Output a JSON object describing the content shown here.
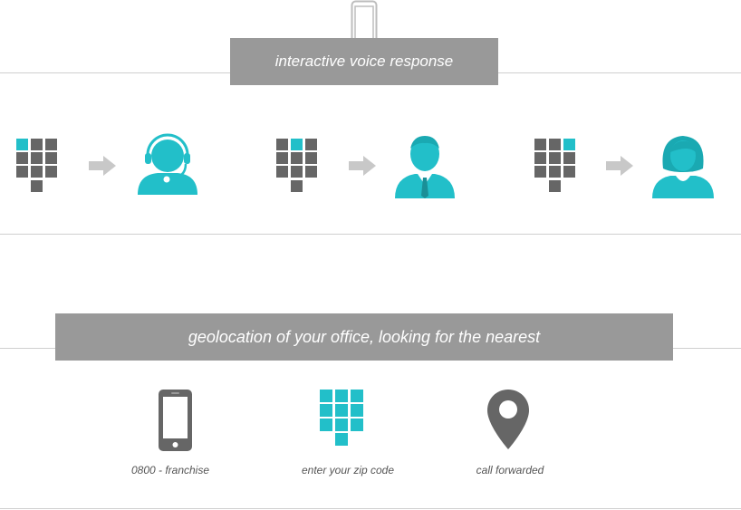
{
  "top_section": {
    "banner_label": "interactive voice response",
    "phone_icon": "phone-outline-icon",
    "steps": [
      {
        "keypad_icon": "keypad-icon",
        "highlighted_key": 1,
        "arrow_icon": "arrow-right-icon",
        "agent_icon": "headset-agent-icon"
      },
      {
        "keypad_icon": "keypad-icon",
        "highlighted_key": 2,
        "arrow_icon": "arrow-right-icon",
        "agent_icon": "businessman-icon"
      },
      {
        "keypad_icon": "keypad-icon",
        "highlighted_key": 3,
        "arrow_icon": "arrow-right-icon",
        "agent_icon": "businesswoman-icon"
      }
    ]
  },
  "bottom_section": {
    "banner_label": "geolocation of your office, looking for the nearest",
    "items": [
      {
        "icon": "smartphone-icon",
        "label": "0800 - franchise"
      },
      {
        "icon": "keypad-icon",
        "label": "enter your zip code"
      },
      {
        "icon": "map-pin-icon",
        "label": "call forwarded"
      }
    ]
  },
  "colors": {
    "accent": "#22bfc9",
    "key_gray": "#666666",
    "banner_gray": "#999999",
    "arrow_gray": "#c8c8c8",
    "line_gray": "#cfcfcf"
  }
}
